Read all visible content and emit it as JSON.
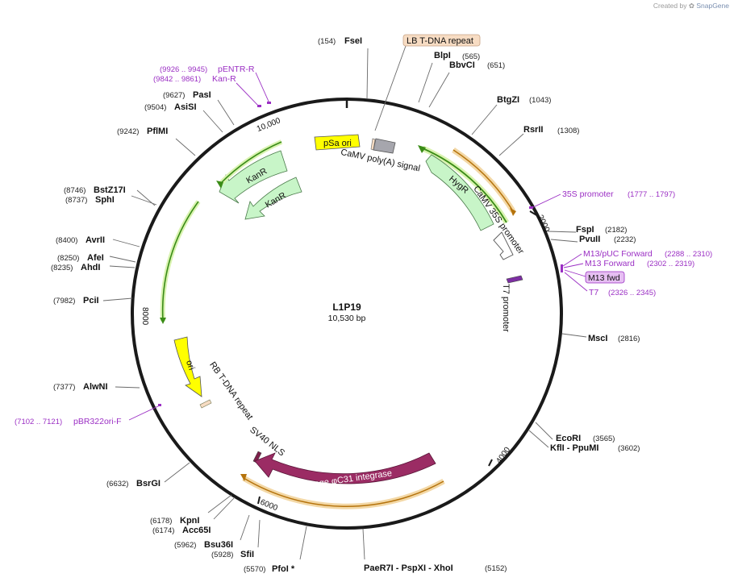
{
  "credit": {
    "prefix": "Created by",
    "brand": "SnapGene"
  },
  "plasmid": {
    "name": "L1P19",
    "size": "10,530 bp"
  },
  "ring_ticks": [
    "2000",
    "4000",
    "6000",
    "8000",
    "10,000"
  ],
  "sites": [
    {
      "name": "FseI",
      "pos": "(154)"
    },
    {
      "name": "BlpI",
      "pos": "(565)"
    },
    {
      "name": "BbvCI",
      "pos": "(651)"
    },
    {
      "name": "BtgZI",
      "pos": "(1043)"
    },
    {
      "name": "RsrII",
      "pos": "(1308)"
    },
    {
      "name": "FspI",
      "pos": "(2182)"
    },
    {
      "name": "PvuII",
      "pos": "(2232)"
    },
    {
      "name": "MscI",
      "pos": "(2816)"
    },
    {
      "name": "EcoRI",
      "pos": "(3565)"
    },
    {
      "name": "KflI  - PpuMI",
      "pos": "(3602)"
    },
    {
      "name": "PaeR7I   - PspXI  - XhoI",
      "pos": "(5152)"
    },
    {
      "name": "PfoI *",
      "pos": "(5570)"
    },
    {
      "name": "SfiI",
      "pos": "(5928)"
    },
    {
      "name": "Bsu36I",
      "pos": "(5962)"
    },
    {
      "name": "Acc65I",
      "pos": "(6174)"
    },
    {
      "name": "KpnI",
      "pos": "(6178)"
    },
    {
      "name": "BsrGI",
      "pos": "(6632)"
    },
    {
      "name": "AlwNI",
      "pos": "(7377)"
    },
    {
      "name": "PciI",
      "pos": "(7982)"
    },
    {
      "name": "AhdI",
      "pos": "(8235)"
    },
    {
      "name": "AfeI",
      "pos": "(8250)"
    },
    {
      "name": "AvrII",
      "pos": "(8400)"
    },
    {
      "name": "SphI",
      "pos": "(8737)"
    },
    {
      "name": "BstZ17I",
      "pos": "(8746)"
    },
    {
      "name": "PflMI",
      "pos": "(9242)"
    },
    {
      "name": "AsiSI",
      "pos": "(9504)"
    },
    {
      "name": "PasI",
      "pos": "(9627)"
    }
  ],
  "primers": [
    {
      "name": "pENTR-R",
      "pos": "(9926 .. 9945)"
    },
    {
      "name": "Kan-R",
      "pos": "(9842 .. 9861)"
    },
    {
      "name": "35S promoter",
      "pos": "(1777 .. 1797)"
    },
    {
      "name": "M13/pUC Forward",
      "pos": "(2288 .. 2310)"
    },
    {
      "name": "M13 Forward",
      "pos": "(2302 .. 2319)"
    },
    {
      "name": "M13 fwd",
      "pos": ""
    },
    {
      "name": "T7",
      "pos": "(2326 .. 2345)"
    },
    {
      "name": "pBR322ori-F",
      "pos": "(7102 .. 7121)"
    }
  ],
  "features": {
    "lb_repeat": "LB T-DNA repeat",
    "psa_ori": "pSa ori",
    "polya": "CaMV poly(A) signal",
    "hygr": "HygR",
    "camv35s": "CaMV 35S promoter",
    "t7_promoter": "T7 promoter",
    "kanr": "KanR",
    "ori": "ori",
    "rb_repeat": "RB T-DNA repeat",
    "sv40": "SV40 NLS",
    "integrase": "phage φC31 integrase"
  },
  "colors": {
    "ring": "#1a1a1a",
    "kanr": "#c8f5c8",
    "hygr": "#c8f5c8",
    "ori": "#ffff00",
    "integrase": "#9b2c64",
    "primer": "#9b2fc4",
    "lb_tag": "#f7dcc3"
  }
}
